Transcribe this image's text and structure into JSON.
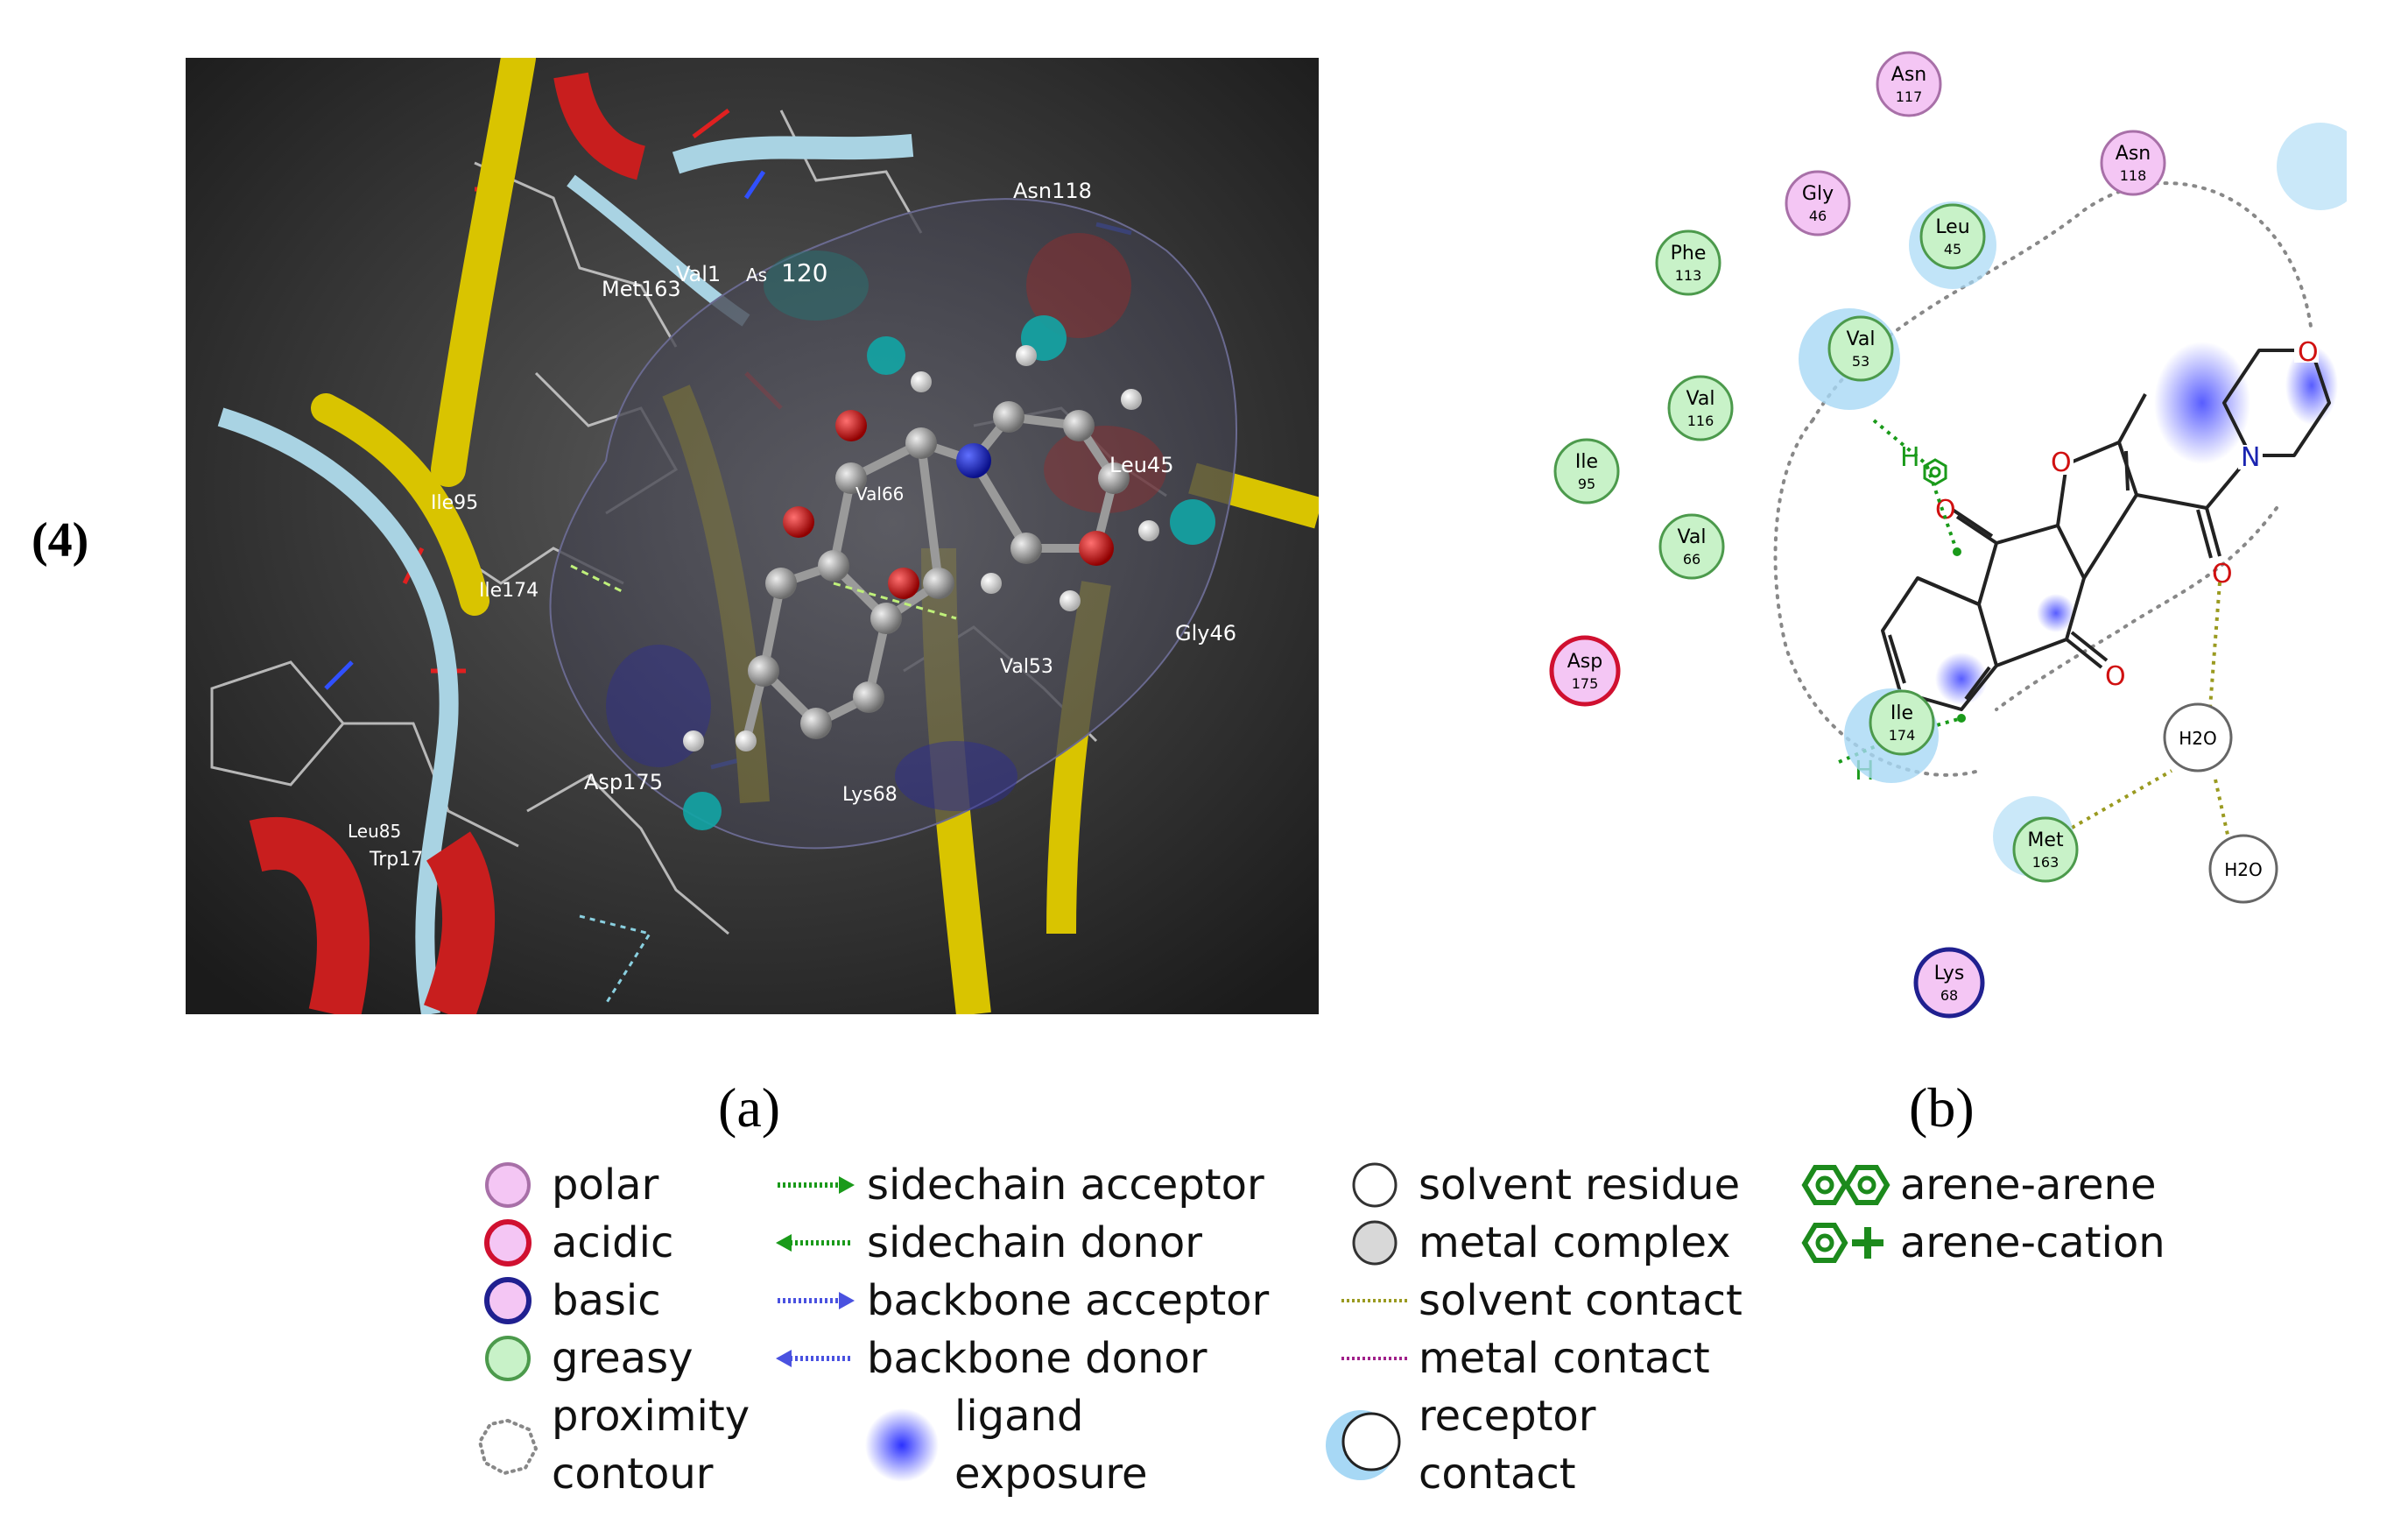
{
  "figure": {
    "compound_label": "(4)",
    "panel_a_label": "(a)",
    "panel_b_label": "(b)"
  },
  "panel_a": {
    "residues": [
      "Asn118",
      "Met163",
      "Val1",
      "As",
      "120",
      "Ile95",
      "Val66",
      "Leu45",
      "Ile174",
      "Gly46",
      "Val53",
      "Asp175",
      "Lys68",
      "Leu85",
      "Trp17"
    ],
    "colors": {
      "background": "#2a2a2a",
      "ribbon_yellow": "#d9c400",
      "ribbon_blue": "#a9d3e3",
      "ribbon_red": "#c81e1e"
    }
  },
  "panel_b": {
    "residues": [
      {
        "name": "Asn",
        "num": "117",
        "kind": "polar"
      },
      {
        "name": "Asn",
        "num": "118",
        "kind": "polar"
      },
      {
        "name": "Gly",
        "num": "46",
        "kind": "polar"
      },
      {
        "name": "Leu",
        "num": "45",
        "kind": "greasy"
      },
      {
        "name": "Phe",
        "num": "113",
        "kind": "greasy"
      },
      {
        "name": "Val",
        "num": "53",
        "kind": "greasy"
      },
      {
        "name": "Val",
        "num": "116",
        "kind": "greasy"
      },
      {
        "name": "Ile",
        "num": "95",
        "kind": "greasy"
      },
      {
        "name": "Val",
        "num": "66",
        "kind": "greasy"
      },
      {
        "name": "Asp",
        "num": "175",
        "kind": "acidic"
      },
      {
        "name": "Ile",
        "num": "174",
        "kind": "greasy"
      },
      {
        "name": "Met",
        "num": "163",
        "kind": "greasy"
      },
      {
        "name": "Lys",
        "num": "68",
        "kind": "basic"
      }
    ],
    "waters": [
      "H2O",
      "H2O"
    ],
    "atoms": {
      "O": "O",
      "N": "N",
      "H": "H"
    }
  },
  "legend": {
    "col1": [
      "polar",
      "acidic",
      "basic",
      "greasy",
      "proximity",
      "contour"
    ],
    "col2": [
      "sidechain acceptor",
      "sidechain donor",
      "backbone acceptor",
      "backbone donor",
      "ligand",
      "exposure"
    ],
    "col3": [
      "solvent residue",
      "metal complex",
      "solvent contact",
      "metal contact",
      "receptor",
      "contact"
    ],
    "col4": [
      "arene-arene",
      "arene-cation"
    ],
    "colors": {
      "polar_fill": "#f4c6f4",
      "polar_stroke": "#a870a8",
      "acidic_stroke": "#d01030",
      "basic_stroke": "#202090",
      "greasy_fill": "#c8f2c8",
      "greasy_stroke": "#4c9a4c",
      "sidechain": "#1a9a1a",
      "backbone": "#4a52e0",
      "solvent_contact": "#9a9a20",
      "metal_contact": "#a0208a",
      "receptor_halo": "#a7d8f5",
      "arene": "#1c8a1c"
    }
  }
}
